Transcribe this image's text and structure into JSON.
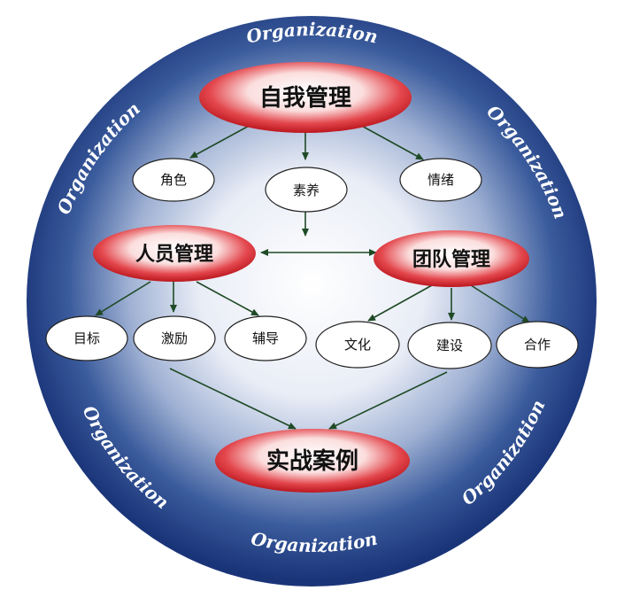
{
  "ring_label": "Organization",
  "ring_labels": [
    "Organization",
    "Organization",
    "Organization",
    "Organization",
    "Organization",
    "Organization"
  ],
  "nodes": {
    "self_management": "自我管理",
    "role": "角色",
    "cultivation": "素养",
    "emotion": "情绪",
    "people_management": "人员管理",
    "team_management": "团队管理",
    "goal": "目标",
    "motivation": "激励",
    "coaching": "辅导",
    "culture": "文化",
    "building": "建设",
    "cooperation": "合作",
    "practice_cases": "实战案例"
  },
  "colors": {
    "circle_outer": "#1f3f86",
    "circle_inner": "#ffffff",
    "red_node": "#c8141c",
    "arrow": "#1f4a26"
  }
}
